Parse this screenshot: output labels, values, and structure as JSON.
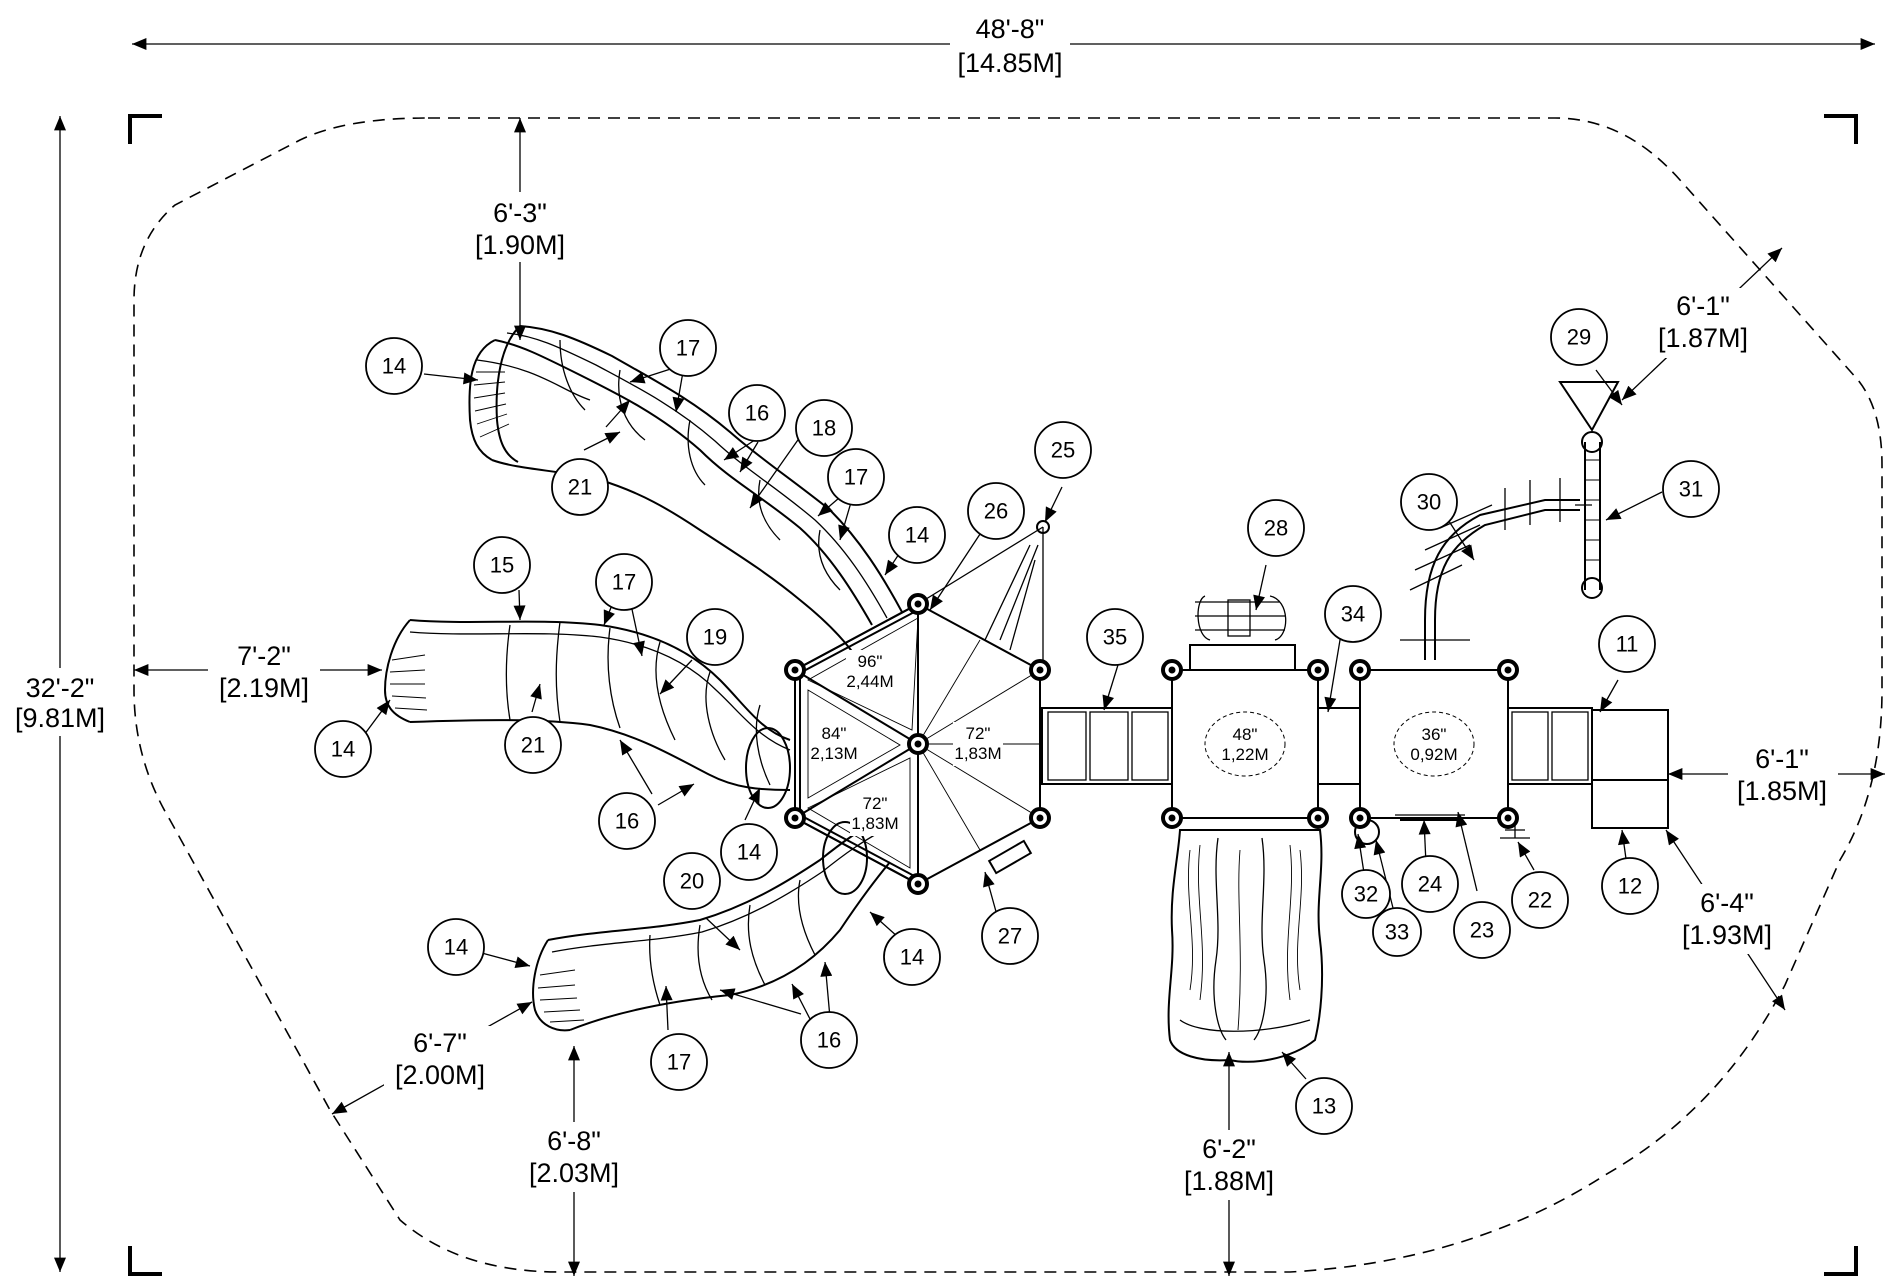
{
  "dimensions": {
    "overall_width": {
      "imperial": "48'-8\"",
      "metric": "[14.85M]"
    },
    "overall_depth": {
      "imperial": "32'-2\"",
      "metric": "[9.81M]"
    },
    "top_clearance": {
      "imperial": "6'-3\"",
      "metric": "[1.90M]"
    },
    "left_clearance": {
      "imperial": "7'-2\"",
      "metric": "[2.19M]"
    },
    "lower_left_diag": {
      "imperial": "6'-7\"",
      "metric": "[2.00M]"
    },
    "bottom_left": {
      "imperial": "6'-8\"",
      "metric": "[2.03M]"
    },
    "bottom_center": {
      "imperial": "6'-2\"",
      "metric": "[1.88M]"
    },
    "upper_right_diag": {
      "imperial": "6'-1\"",
      "metric": "[1.87M]"
    },
    "right_clearance": {
      "imperial": "6'-1\"",
      "metric": "[1.85M]"
    },
    "lower_right_diag": {
      "imperial": "6'-4\"",
      "metric": "[1.93M]"
    }
  },
  "decks": [
    {
      "imperial": "96\"",
      "metric": "2,44M"
    },
    {
      "imperial": "84\"",
      "metric": "2,13M"
    },
    {
      "imperial": "72\"",
      "metric": "1,83M"
    },
    {
      "imperial": "72\"",
      "metric": "1,83M"
    },
    {
      "imperial": "48\"",
      "metric": "1,22M"
    },
    {
      "imperial": "36\"",
      "metric": "0,92M"
    }
  ],
  "callouts": [
    "14",
    "17",
    "16",
    "18",
    "21",
    "17",
    "14",
    "26",
    "25",
    "28",
    "29",
    "30",
    "31",
    "15",
    "17",
    "19",
    "14",
    "21",
    "16",
    "14",
    "34",
    "35",
    "11",
    "20",
    "14",
    "27",
    "14",
    "16",
    "17",
    "32",
    "24",
    "33",
    "23",
    "22",
    "12",
    "13"
  ]
}
